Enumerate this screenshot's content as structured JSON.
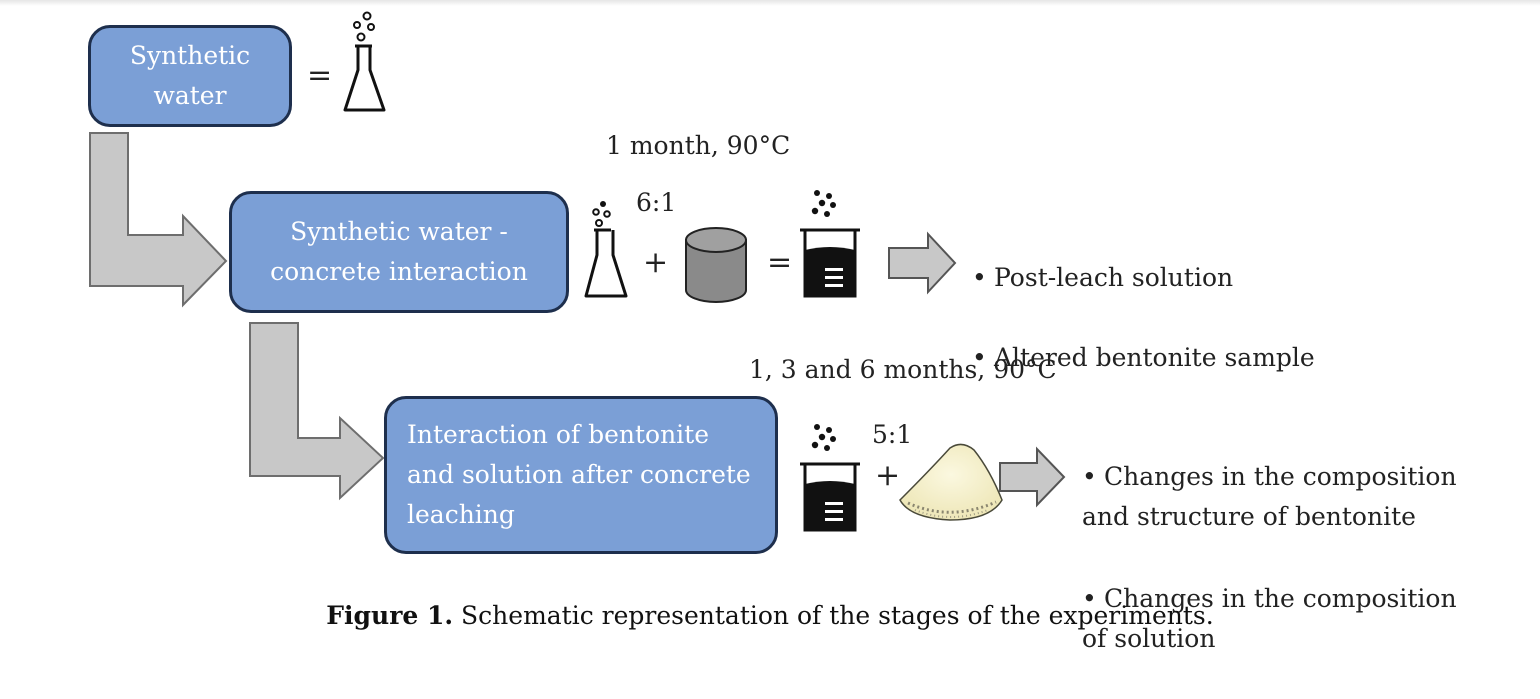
{
  "stages": [
    {
      "label": "Synthetic\nwater"
    },
    {
      "label": "Synthetic water -\nconcrete interaction"
    },
    {
      "label": "Interaction of bentonite\nand solution after concrete\nleaching"
    }
  ],
  "symbols": {
    "equals": "=",
    "plus": "+"
  },
  "conditions": {
    "stage2": "1 month, 90°C",
    "stage3": "1, 3 and 6 months, 90°C"
  },
  "ratios": {
    "stage2": "6:1",
    "stage3": "5:1"
  },
  "outputs": {
    "stage2": [
      "Post-leach solution",
      "Altered bentonite sample"
    ],
    "stage3": [
      "Changes in the composition\nand structure of bentonite",
      "Changes in the composition\nof solution"
    ]
  },
  "bullet_glyph": "•",
  "caption": {
    "label": "Figure 1.",
    "text": " Schematic representation of the stages of the experiments."
  },
  "icons": [
    "flask-icon",
    "concrete-cylinder-icon",
    "beaker-icon",
    "bentonite-powder-icon",
    "arrow-icon"
  ],
  "colors": {
    "stage_box": "#7b9fd6",
    "stage_border": "#1e2f4d",
    "arrow": "#c8c8c8",
    "cylinder": "#8a8a8a",
    "powder": "#f4efc4"
  }
}
